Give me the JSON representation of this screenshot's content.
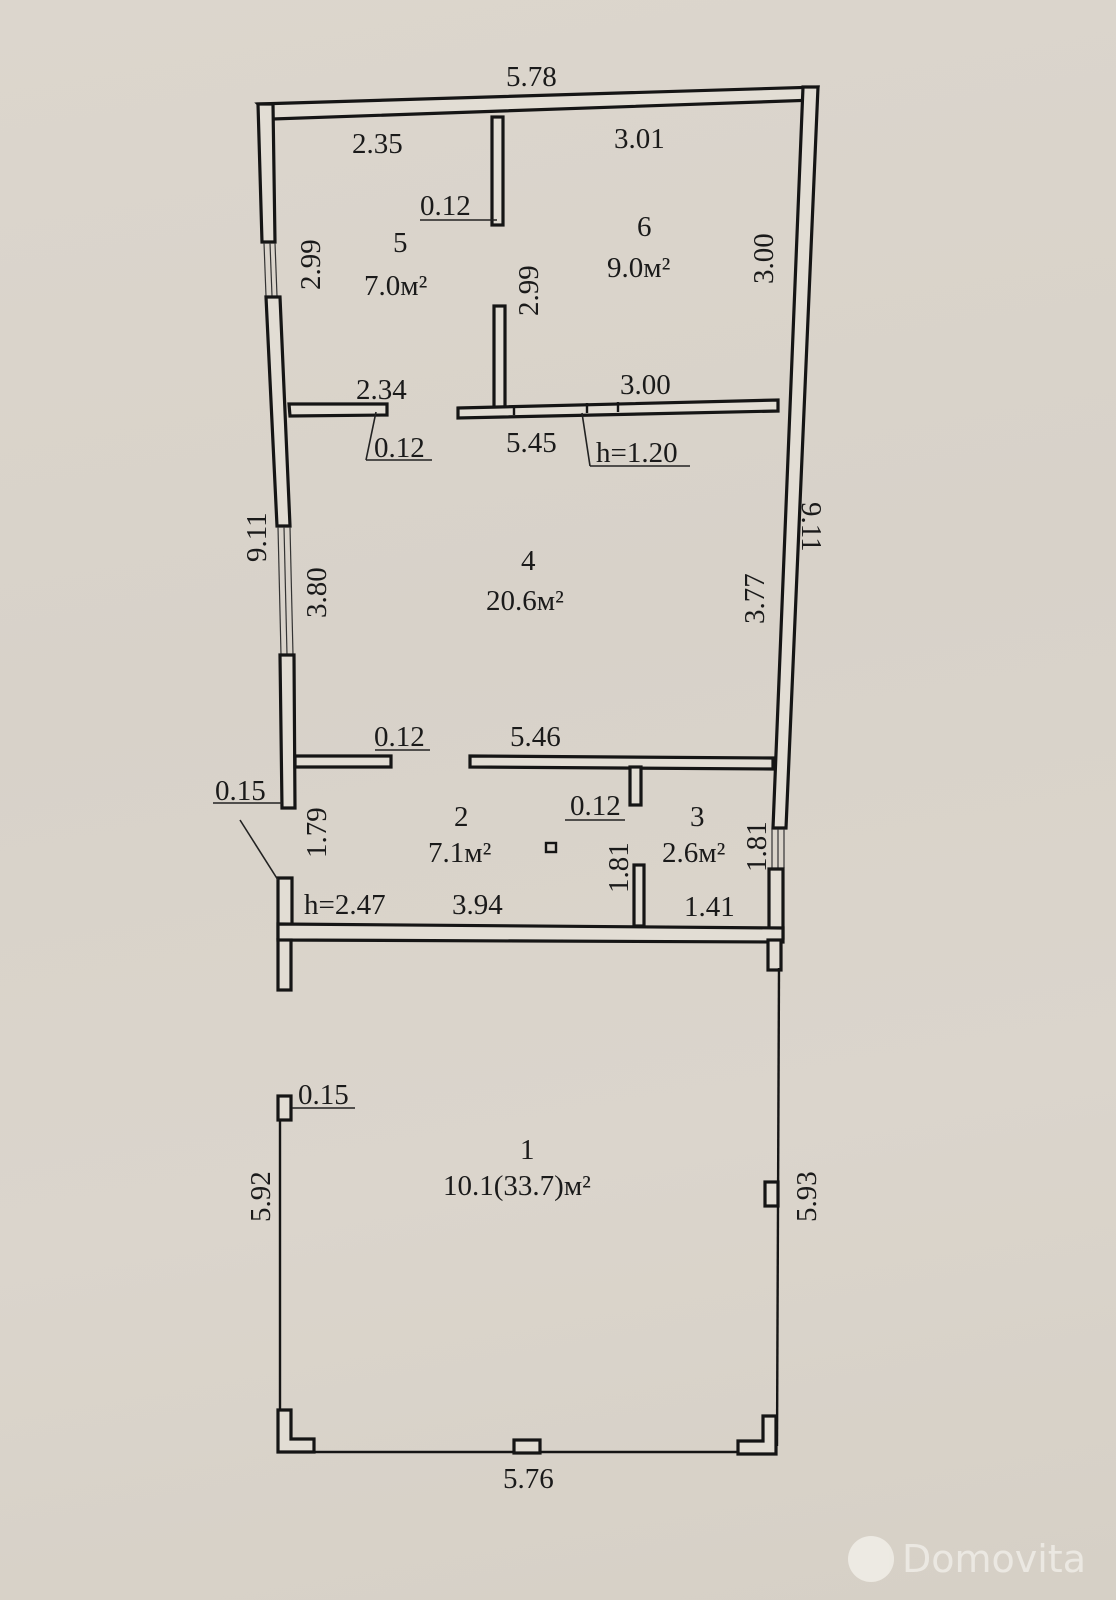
{
  "plan": {
    "overall": {
      "top_width": "5.78",
      "left_height": "9.11",
      "right_height": "9.11",
      "terrace_bottom_width": "5.76",
      "terrace_left_height": "5.92",
      "terrace_right_height": "5.93"
    },
    "rooms": [
      {
        "number": "1",
        "area": "10.1(33.7)м²"
      },
      {
        "number": "2",
        "area": "7.1м²"
      },
      {
        "number": "3",
        "area": "2.6м²"
      },
      {
        "number": "4",
        "area": "20.6м²"
      },
      {
        "number": "5",
        "area": "7.0м²"
      },
      {
        "number": "6",
        "area": "9.0м²"
      }
    ],
    "dimensions": {
      "room5_width": "2.35",
      "room6_width": "3.01",
      "partition_5_6_thickness": "0.12",
      "room5_height": "2.99",
      "partition_5_6_height": "2.99",
      "room6_height": "3.00",
      "room5_bottom_width": "2.34",
      "room6_bottom_width": "3.00",
      "partition_top_thickness": "0.12",
      "room4_top_width": "5.45",
      "partition_height_mark": "h=1.20",
      "room4_left_height": "3.80",
      "room4_right_height": "3.77",
      "partition_mid_thickness": "0.12",
      "room4_bottom_width": "5.46",
      "outer_wall_thickness": "0.15",
      "room2_left_height": "1.79",
      "partition_2_3_thickness": "0.12",
      "partition_2_3_height": "1.81",
      "room3_right_height": "1.81",
      "ceiling_height": "h=2.47",
      "room2_bottom_width": "3.94",
      "room3_bottom_width": "1.41",
      "terrace_post": "0.15"
    }
  },
  "watermark": {
    "brand": "Domovita"
  },
  "colors": {
    "paper": "#d9d3ca",
    "ink": "#151515",
    "watermark": "#efece6"
  }
}
